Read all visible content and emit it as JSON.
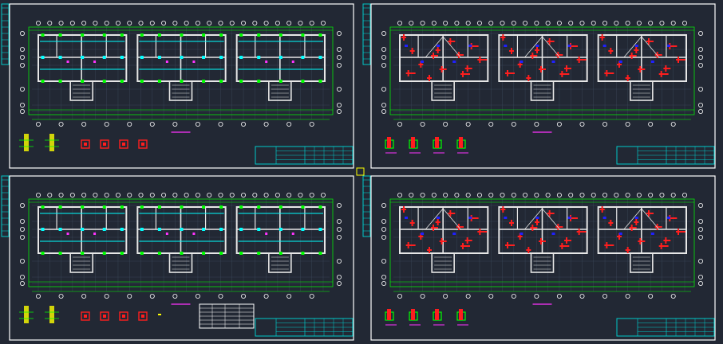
{
  "canvas": {
    "background": "#222834"
  },
  "colors": {
    "frame": "#ffffff",
    "grid": "#00ff00",
    "wall": "#e6e6e6",
    "column": "#00ffff",
    "rebar_red": "#ff1e1e",
    "rebar_blue": "#2020ff",
    "magenta": "#ff33ff",
    "yellow": "#ffff00",
    "title_block": "#00c8c8",
    "orange": "#ff8c00"
  },
  "sheets": [
    {
      "id": "sheet-top-left",
      "style": "framing"
    },
    {
      "id": "sheet-top-right",
      "style": "rebar"
    },
    {
      "id": "sheet-bottom-left",
      "style": "framing"
    },
    {
      "id": "sheet-bottom-right",
      "style": "rebar"
    }
  ],
  "icons": {
    "axis_bubble": "axis-bubble-icon",
    "column_detail": "column-detail-icon",
    "title_block": "title-block-icon"
  }
}
